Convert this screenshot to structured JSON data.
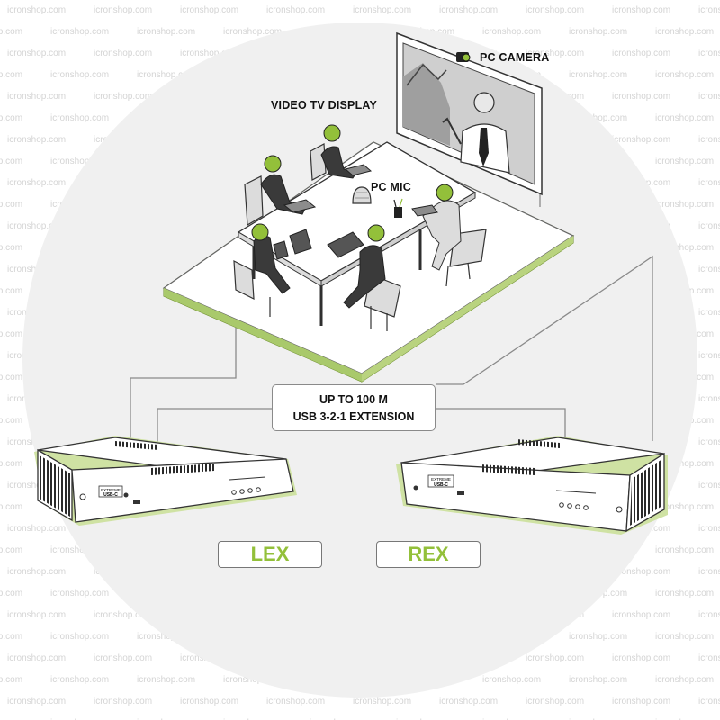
{
  "labels": {
    "pc_camera": "PC CAMERA",
    "video_tv_display": "VIDEO TV DISPLAY",
    "pc_mic": "PC MIC"
  },
  "extension": {
    "line1": "UP TO 100 M",
    "line2": "USB 3-2-1 EXTENSION"
  },
  "units": {
    "lex": "LEX",
    "rex": "REX",
    "badge_line1": "EXTREME",
    "badge_line2": "USB-C"
  },
  "watermark": "icronshop.com",
  "colors": {
    "accent": "#93c03a",
    "circle": "#f0f0f0",
    "line": "#888888",
    "device": "#ffffff",
    "dark": "#2f2f2f"
  }
}
